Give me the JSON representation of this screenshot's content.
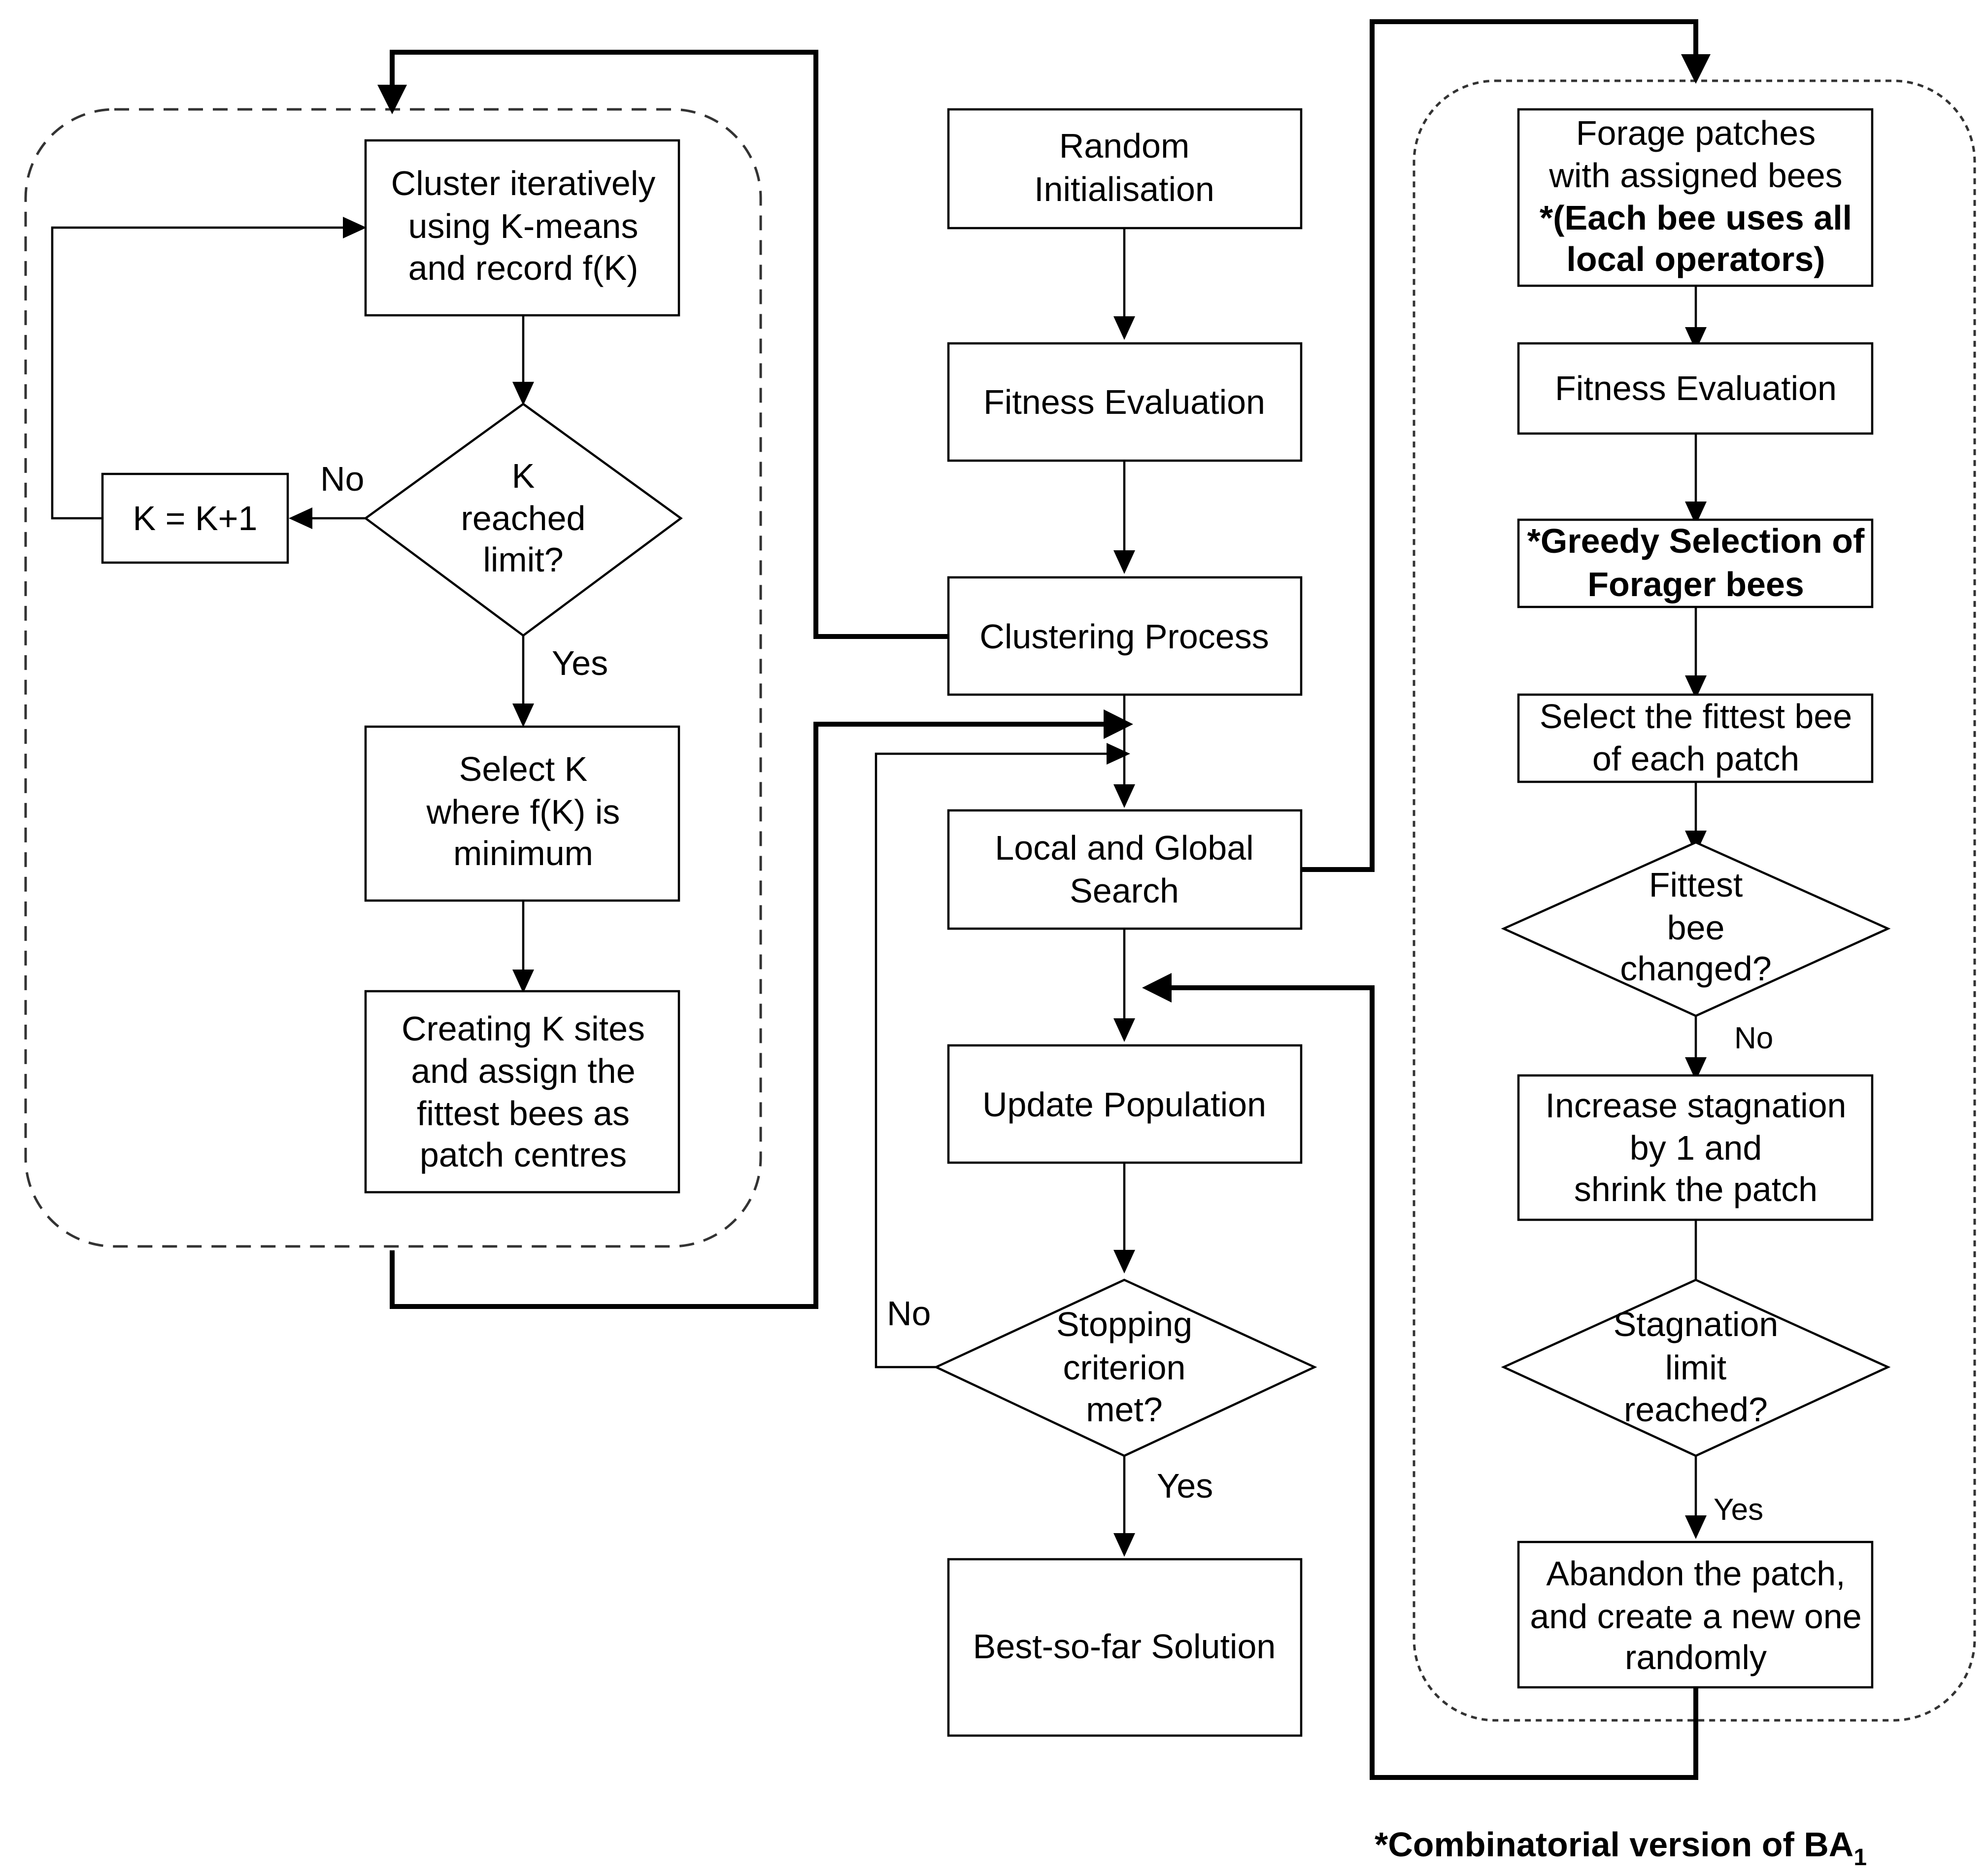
{
  "nodes": {
    "cluster_kmeans": [
      "Cluster iteratively",
      "using K-means",
      "and record f(K)"
    ],
    "k_decision": [
      "K",
      "reached",
      "limit?"
    ],
    "k_increment": [
      "K = K+1"
    ],
    "select_k": [
      "Select K",
      "where f(K) is",
      "minimum"
    ],
    "create_sites": [
      "Creating K sites",
      "and assign the",
      "fittest bees as",
      "patch centres"
    ],
    "random_init": [
      "Random",
      "Initialisation"
    ],
    "fitness_eval_main": [
      "Fitness Evaluation"
    ],
    "clustering_process": [
      "Clustering Process"
    ],
    "local_global_search": [
      "Local and Global",
      "Search"
    ],
    "update_population": [
      "Update Population"
    ],
    "stopping_decision": [
      "Stopping",
      "criterion",
      "met?"
    ],
    "best_solution": [
      "Best-so-far Solution"
    ],
    "forage_patches": [
      "Forage patches",
      "with assigned bees",
      "*(Each bee uses all",
      "local operators)"
    ],
    "fitness_eval_right": [
      "Fitness Evaluation"
    ],
    "greedy_selection": [
      "*Greedy Selection of",
      "Forager bees"
    ],
    "select_fittest": [
      "Select the fittest bee",
      "of each patch"
    ],
    "fittest_decision": [
      "Fittest",
      "bee",
      "changed?"
    ],
    "increase_stagnation": [
      "Increase stagnation",
      "by 1 and",
      "shrink the patch"
    ],
    "stagnation_decision": [
      "Stagnation",
      "limit",
      "reached?"
    ],
    "abandon_patch": [
      "Abandon the patch,",
      "and create a new one",
      "randomly"
    ]
  },
  "edge_labels": {
    "k_no": "No",
    "k_yes": "Yes",
    "stop_no": "No",
    "stop_yes": "Yes",
    "fittest_no": "No",
    "stagnation_yes": "Yes"
  },
  "footnote": {
    "text": "*Combinatorial version of BA",
    "subscript": "1"
  }
}
